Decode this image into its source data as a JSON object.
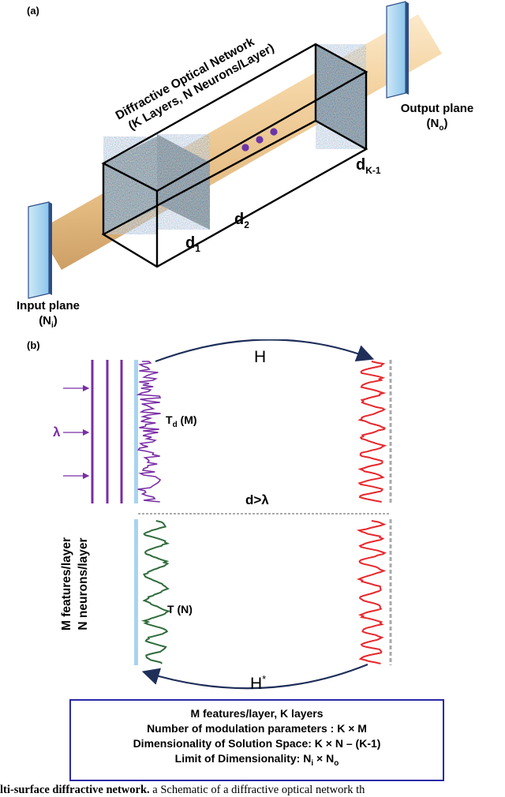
{
  "panel_a": {
    "label": "(a)",
    "network_title_line1": "Diffractive Optical Network",
    "network_title_line2": "(K Layers, N Neurons/Layer)",
    "output_plane": "Output plane",
    "output_plane_n": "(N",
    "output_plane_sub": "o",
    "input_plane": "Input plane",
    "input_plane_n": "(N",
    "input_plane_sub": "i",
    "d1": "d",
    "d1_sub": "1",
    "d2": "d",
    "d2_sub": "2",
    "dk": "d",
    "dk_sub": "K-1"
  },
  "panel_b": {
    "label": "(b)",
    "h_top": "H",
    "lambda": "λ",
    "td": "T",
    "td_sub": "d",
    "td_suffix": " (M)",
    "d_gt_lambda": "d>λ",
    "vertical_line1": "M  features/layer",
    "vertical_line2": "N neurons/layer",
    "t_n": "T (N)",
    "h_bottom": "H",
    "h_bottom_sup": "*"
  },
  "summary": {
    "line1": "M  features/layer, K layers",
    "line2": "Number of modulation parameters : K × M",
    "line3": "Dimensionality of Solution Space: K × N – (K-1)",
    "line4_prefix": "Limit of Dimensionality: N",
    "line4_sub1": "i",
    "line4_mid": " × N",
    "line4_sub2": "o"
  },
  "caption": {
    "bold": "lti-surface diffractive network.",
    "rest": " a Schematic of a diffractive optical network th"
  },
  "colors": {
    "beam": "#f2cf9a",
    "plane": "#9fd0ee",
    "purple": "#7a2ea6",
    "green": "#2f6b3c",
    "red": "#e8262b",
    "arc": "#1f2f5a",
    "box": "#2a2aa8"
  }
}
